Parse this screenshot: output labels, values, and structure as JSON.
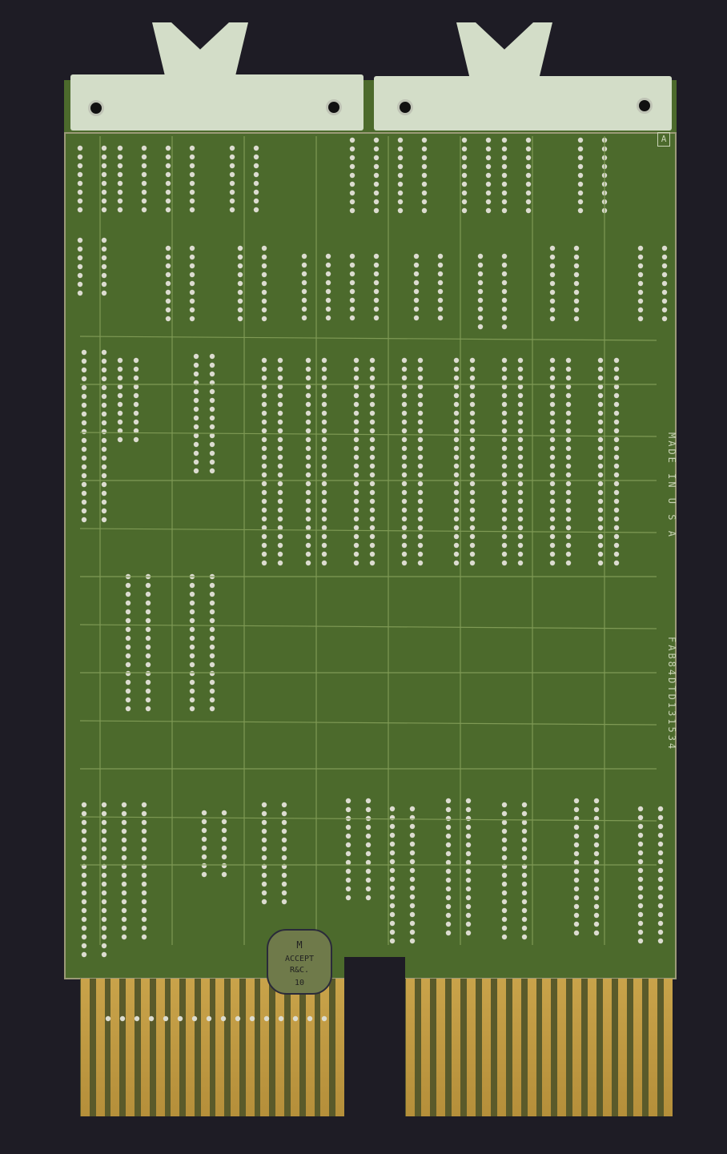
{
  "board": {
    "corner_mark": "A",
    "made_in": "MADE IN U S A",
    "fab_number": "FAB84DTD131534",
    "inspection_stamp": "ACCEPT R&C. 10",
    "colors": {
      "background": "#1e1c25",
      "substrate": "#4c6a2c",
      "handle": "#d3ddc8",
      "gold": "#c9a34a",
      "pad": "#dcdcd0"
    }
  }
}
